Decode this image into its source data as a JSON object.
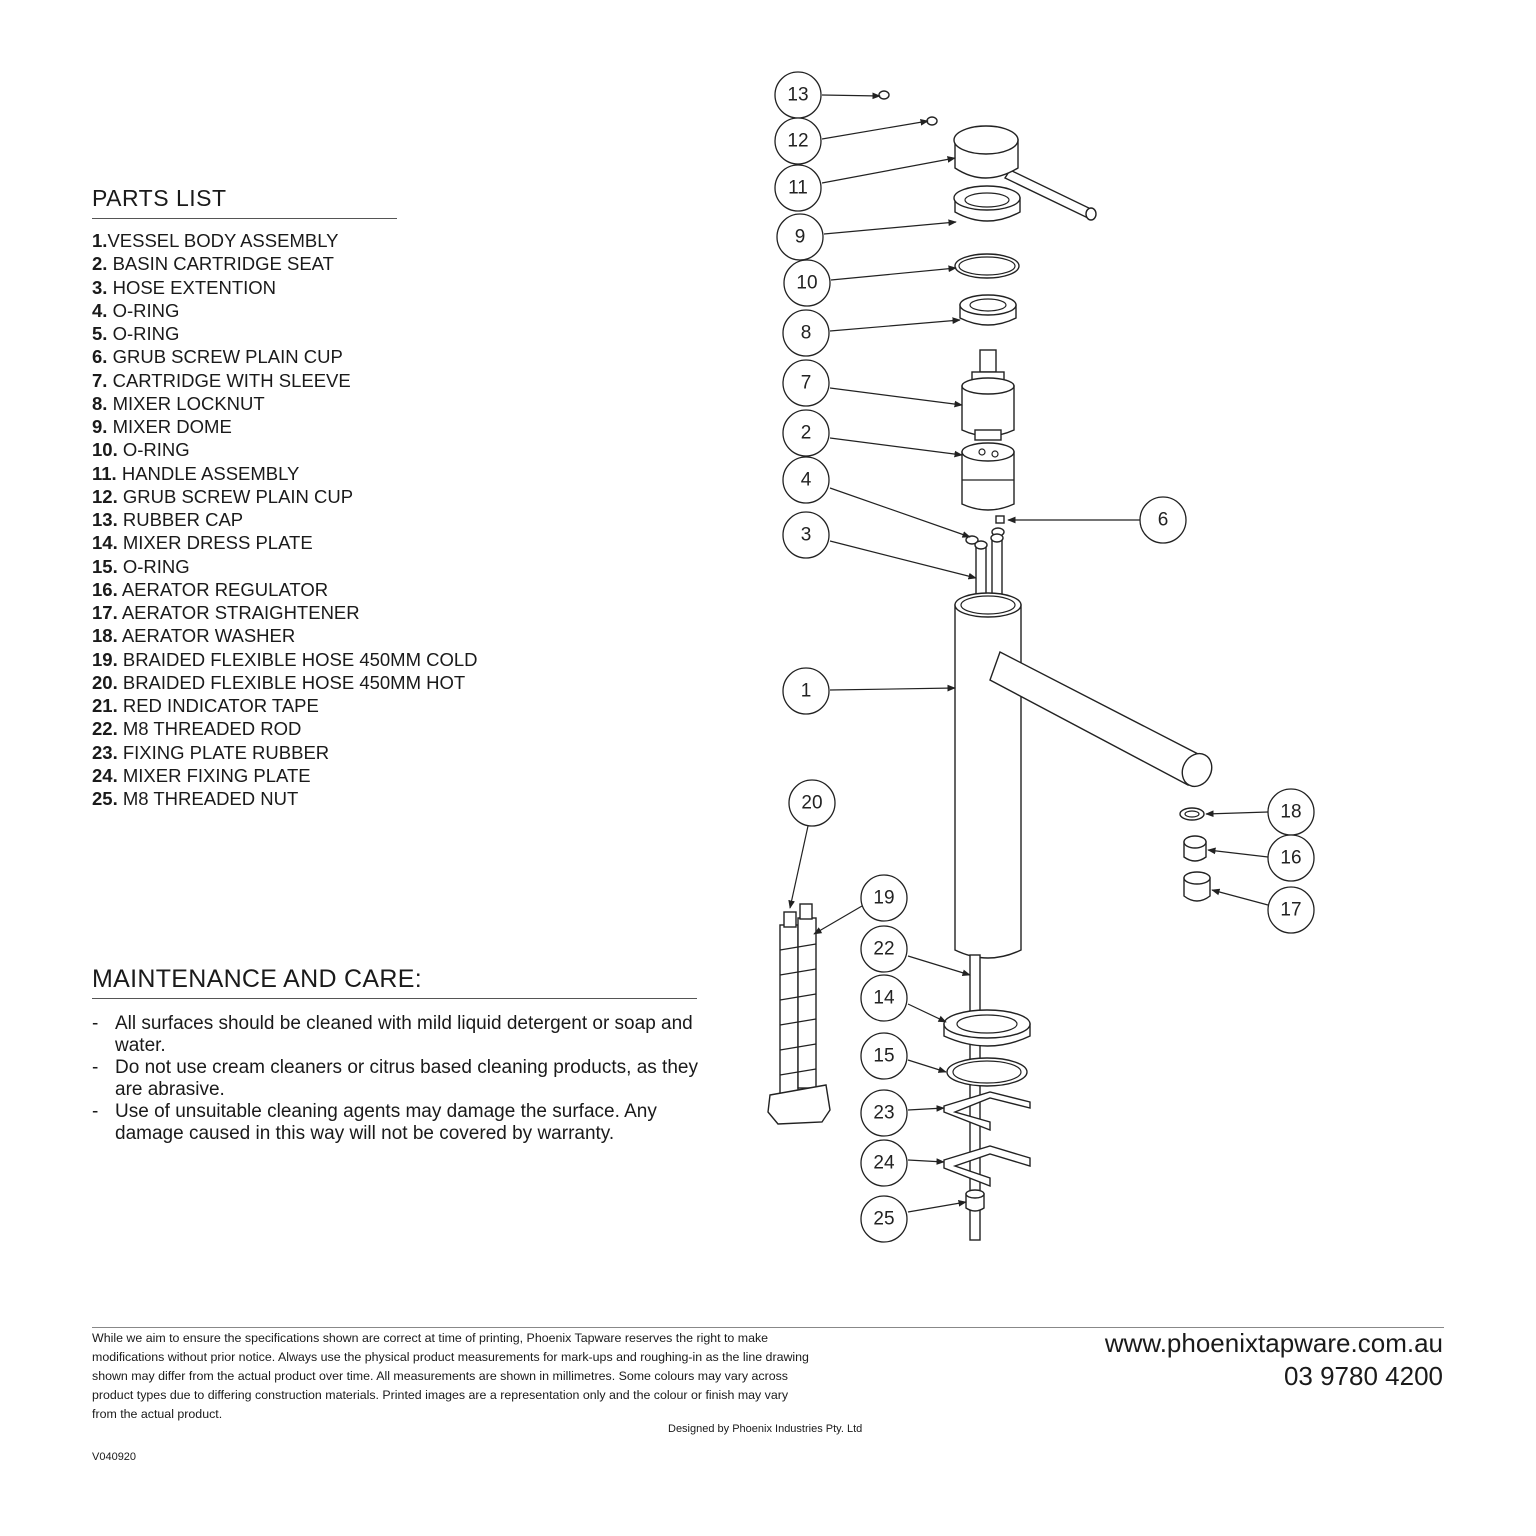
{
  "parts_list": {
    "title": "PARTS LIST",
    "items": [
      {
        "num": "1.",
        "label": "VESSEL BODY ASSEMBLY"
      },
      {
        "num": "2.",
        "label": " BASIN CARTRIDGE SEAT"
      },
      {
        "num": "3.",
        "label": " HOSE EXTENTION"
      },
      {
        "num": "4.",
        "label": " O-RING"
      },
      {
        "num": "5.",
        "label": " O-RING"
      },
      {
        "num": "6.",
        "label": " GRUB SCREW PLAIN CUP"
      },
      {
        "num": "7.",
        "label": " CARTRIDGE WITH SLEEVE"
      },
      {
        "num": "8.",
        "label": " MIXER LOCKNUT"
      },
      {
        "num": "9.",
        "label": " MIXER DOME"
      },
      {
        "num": "10.",
        "label": " O-RING"
      },
      {
        "num": "11.",
        "label": " HANDLE ASSEMBLY"
      },
      {
        "num": "12.",
        "label": " GRUB SCREW PLAIN CUP"
      },
      {
        "num": "13.",
        "label": " RUBBER CAP"
      },
      {
        "num": "14.",
        "label": " MIXER DRESS PLATE"
      },
      {
        "num": "15.",
        "label": " O-RING"
      },
      {
        "num": "16.",
        "label": " AERATOR REGULATOR"
      },
      {
        "num": "17.",
        "label": " AERATOR STRAIGHTENER"
      },
      {
        "num": "18.",
        "label": " AERATOR WASHER"
      },
      {
        "num": "19.",
        "label": " BRAIDED FLEXIBLE HOSE 450MM COLD"
      },
      {
        "num": "20.",
        "label": " BRAIDED FLEXIBLE HOSE 450MM HOT"
      },
      {
        "num": "21.",
        "label": " RED INDICATOR TAPE"
      },
      {
        "num": "22.",
        "label": " M8 THREADED ROD"
      },
      {
        "num": "23.",
        "label": " FIXING PLATE RUBBER"
      },
      {
        "num": "24.",
        "label": " MIXER FIXING PLATE"
      },
      {
        "num": "25.",
        "label": " M8 THREADED NUT"
      }
    ]
  },
  "maintenance": {
    "title": "MAINTENANCE AND CARE:",
    "bullet": "-",
    "items": [
      "All surfaces should be cleaned with mild liquid detergent or soap and water.",
      "Do not use cream cleaners or citrus based cleaning products, as they are abrasive.",
      "Use of unsuitable cleaning agents may damage the surface. Any damage caused in this way will not be covered by warranty."
    ]
  },
  "diagram": {
    "callouts": [
      "13",
      "12",
      "11",
      "9",
      "10",
      "8",
      "7",
      "2",
      "4",
      "3",
      "6",
      "1",
      "20",
      "19",
      "22",
      "14",
      "15",
      "23",
      "24",
      "25",
      "18",
      "16",
      "17"
    ]
  },
  "footer": {
    "disclaimer": "While we aim to ensure the specifications shown are correct at time of printing, Phoenix Tapware reserves the right to make modifications without prior notice. Always use the physical product measurements for mark-ups and roughing-in as the line drawing shown may differ from the actual product over time. All measurements are shown in millimetres.  Some colours may vary across product types due to differing construction materials. Printed images are a representation only and the colour or finish may vary from the actual product.",
    "designed_by": "Designed by Phoenix Industries Pty. Ltd",
    "version": "V040920",
    "website": "www.phoenixtapware.com.au",
    "phone": "03 9780 4200"
  }
}
